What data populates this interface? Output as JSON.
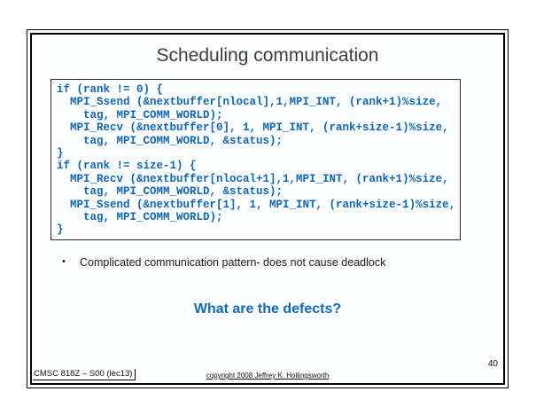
{
  "slide": {
    "title": "Scheduling communication",
    "code": {
      "lines": [
        "if (rank != 0) {",
        "  MPI_Ssend (&nextbuffer[nlocal],1,MPI_INT, (rank+1)%size,",
        "    tag, MPI_COMM_WORLD);",
        "  MPI_Recv (&nextbuffer[0], 1, MPI_INT, (rank+size-1)%size,",
        "    tag, MPI_COMM_WORLD, &status);",
        "}",
        "if (rank != size-1) {",
        "  MPI_Recv (&nextbuffer[nlocal+1],1,MPI_INT, (rank+1)%size,",
        "    tag, MPI_COMM_WORLD, &status);",
        "  MPI_Ssend (&nextbuffer[1], 1, MPI_INT, (rank+size-1)%size,",
        "    tag, MPI_COMM_WORLD);",
        "}"
      ]
    },
    "bullet": {
      "marker": "•",
      "text": "Complicated communication pattern- does not cause deadlock"
    },
    "question": "What are the defects?",
    "footer": {
      "course": "CMSC 818Z – S00 (lec13)",
      "copyright": "copyright 2008 Jeffrey K. Hollingsworth",
      "page_number": "40"
    },
    "colors": {
      "code_blue": "#1066b0",
      "question_blue": "#1169b8",
      "title_gray": "#3d3d3d",
      "slide_background": "#fbfdfe",
      "border_black": "#000000"
    }
  }
}
